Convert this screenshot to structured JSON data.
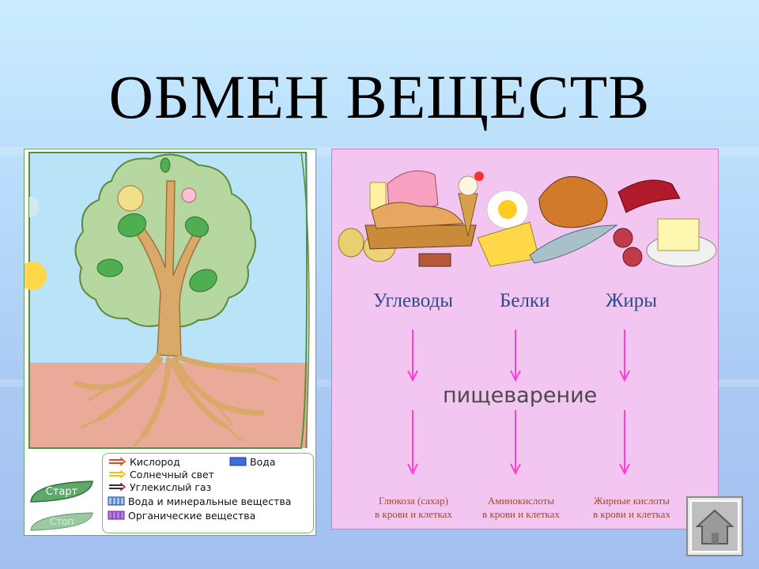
{
  "slide": {
    "title": "ОБМЕН ВЕЩЕСТВ"
  },
  "tree_panel": {
    "legend": [
      {
        "icon": "oxygen-arrow-icon",
        "label": "Кислород"
      },
      {
        "icon": "water-swatch-icon",
        "label": "Вода"
      },
      {
        "icon": "sunlight-arrow-icon",
        "label": "Солнечный свет"
      },
      {
        "icon": "co2-arrow-icon",
        "label": "Углекислый газ"
      },
      {
        "icon": "water-minerals-swatch-icon",
        "label": "Вода и минеральные вещества"
      },
      {
        "icon": "organic-swatch-icon",
        "label": "Органические вещества"
      }
    ],
    "start_label": "Старт",
    "stop_label": "Стоп"
  },
  "food_panel": {
    "nutrients": [
      {
        "name": "Углеводы",
        "result_line1": "Глюкоза (сахар)",
        "result_line2": "в крови и клетках"
      },
      {
        "name": "Белки",
        "result_line1": "Аминокислоты",
        "result_line2": "в крови и клетках"
      },
      {
        "name": "Жиры",
        "result_line1": "Жирные кислоты",
        "result_line2": "в крови и клетках"
      }
    ],
    "digestion_label": "пищеварение",
    "arrow_color": "#ff3fd2"
  },
  "nav": {
    "home_icon": "home-icon"
  }
}
